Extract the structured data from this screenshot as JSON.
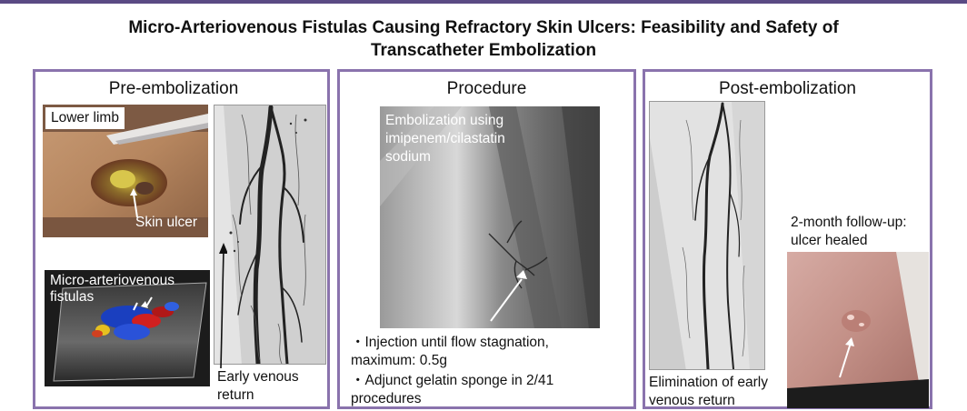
{
  "title_line1": "Micro-Arteriovenous Fistulas Causing Refractory Skin Ulcers: Feasibility and Safety of",
  "title_line2": "Transcatheter Embolization",
  "pre": {
    "title": "Pre-embolization",
    "photo_label": "Lower limb",
    "ulcer_label": "Skin ulcer",
    "doppler_label_1": "Micro-arteriovenous",
    "doppler_label_2": "fistulas",
    "angio_caption_1": "Early venous",
    "angio_caption_2": "return"
  },
  "procedure": {
    "title": "Procedure",
    "image_label_1": "Embolization using",
    "image_label_2": "imipenem/cilastatin",
    "image_label_3": "sodium",
    "bullet_1_line1": "・Injection until flow stagnation,",
    "bullet_1_line2": "maximum: 0.5g",
    "bullet_2_line1": "・Adjunct gelatin sponge in 2/41",
    "bullet_2_line2": "procedures"
  },
  "post": {
    "title": "Post-embolization",
    "angio_caption_1": "Elimination of early",
    "angio_caption_2": "venous return",
    "followup_1": "2-month follow-up:",
    "followup_2": "ulcer healed"
  },
  "colors": {
    "panel_border": "#8a73ad",
    "top_bar": "#5a4a84"
  }
}
